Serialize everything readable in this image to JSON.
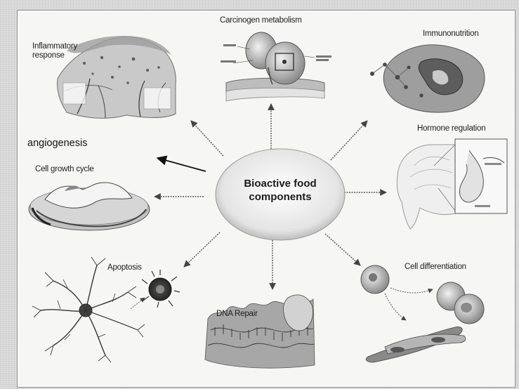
{
  "diagram": {
    "center": {
      "line1": "Bioactive food",
      "line2": "components"
    },
    "nodes": {
      "inflammatory": {
        "line1": "Inflammatory",
        "line2": "response"
      },
      "carcinogen": "Carcinogen metabolism",
      "immunonutrition": "Immunonutrition",
      "angiogenesis": "angiogenesis",
      "hormone": "Hormone regulation",
      "cell_growth": "Cell growth cycle",
      "apoptosis": "Apoptosis",
      "dna_repair": "DNA Repair",
      "cell_differentiation": "Cell differentiation"
    }
  }
}
